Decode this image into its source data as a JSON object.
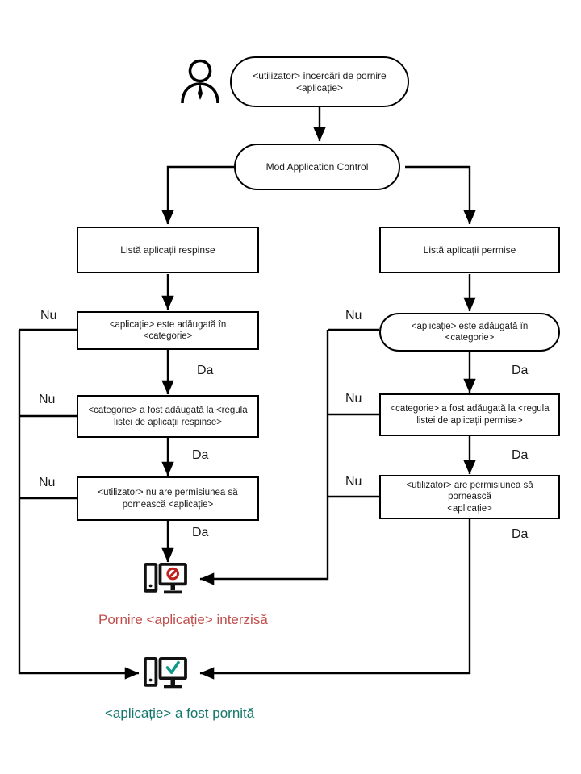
{
  "diagram": {
    "title": "Application Control flow",
    "language": "ro",
    "colors": {
      "stroke": "#000000",
      "text": "#1a1a1a",
      "denied": "#c0504d",
      "allowed": "#12776a",
      "background": "#ffffff"
    },
    "actor": {
      "icon": "person-icon",
      "name": "user-actor"
    },
    "nodes": {
      "start": {
        "label": "<utilizator> încercări de pornire\n<aplicație>",
        "shape": "stadium"
      },
      "mode": {
        "label": "Mod Application Control",
        "shape": "stadium"
      },
      "denied_list": {
        "label": "Listă aplicații respinse",
        "shape": "rect"
      },
      "allowed_list": {
        "label": "Listă aplicații permise",
        "shape": "rect"
      },
      "left_category": {
        "label": "<aplicație> este adăugată în <categorie>",
        "shape": "rect"
      },
      "left_rule": {
        "label": "<categorie> a fost adăugată la <regula\nlistei de aplicații respinse>",
        "shape": "rect"
      },
      "left_permission": {
        "label": "<utilizator> nu are permisiunea să\npornească <aplicație>",
        "shape": "rect"
      },
      "right_category": {
        "label": "<aplicație> este adăugată în <categorie>",
        "shape": "stadium"
      },
      "right_rule": {
        "label": "<categorie> a fost adăugată la <regula\nlistei de aplicații permise>",
        "shape": "rect"
      },
      "right_permission": {
        "label": "<utilizator> are permisiunea să pornească\n<aplicație>",
        "shape": "rect"
      }
    },
    "edge_labels": {
      "no": "Nu",
      "yes": "Da"
    },
    "outcomes": {
      "denied": {
        "icon": "computer-blocked-icon",
        "caption": "Pornire <aplicație> interzisă"
      },
      "started": {
        "icon": "computer-allowed-icon",
        "caption": "<aplicație> a fost pornită"
      }
    }
  }
}
